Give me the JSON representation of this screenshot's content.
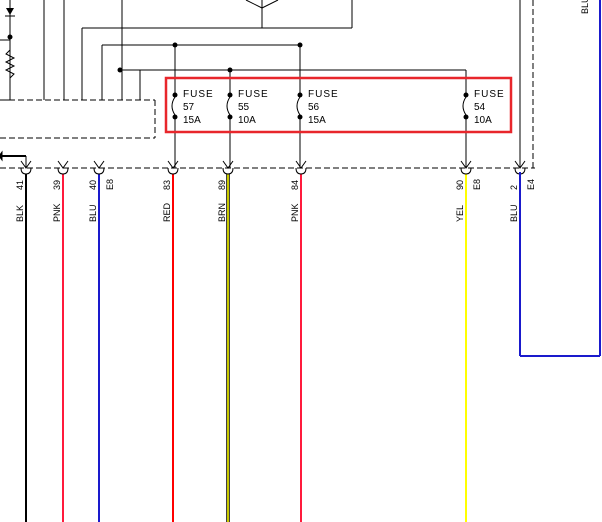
{
  "fuses": [
    {
      "name": "FUSE",
      "number": "57",
      "rating": "15A"
    },
    {
      "name": "FUSE",
      "number": "55",
      "rating": "10A"
    },
    {
      "name": "FUSE",
      "number": "56",
      "rating": "15A"
    },
    {
      "name": "FUSE",
      "number": "54",
      "rating": "10A"
    }
  ],
  "wires": [
    {
      "color_name": "BLK",
      "pin": "41",
      "connector": "",
      "stroke": "#000000"
    },
    {
      "color_name": "PNK",
      "pin": "39",
      "connector": "",
      "stroke": "#ff1a3c"
    },
    {
      "color_name": "BLU",
      "pin": "40",
      "connector": "E8",
      "stroke": "#1a1acc"
    },
    {
      "color_name": "RED",
      "pin": "83",
      "connector": "",
      "stroke": "#ff0000"
    },
    {
      "color_name": "BRN",
      "pin": "89",
      "connector": "",
      "stroke": "#c8c800"
    },
    {
      "color_name": "PNK",
      "pin": "84",
      "connector": "",
      "stroke": "#ff1a3c"
    },
    {
      "color_name": "YEL",
      "pin": "90",
      "connector": "E8",
      "stroke": "#ffff00"
    },
    {
      "color_name": "BLU",
      "pin": "2",
      "connector": "E4",
      "stroke": "#1a1acc"
    }
  ],
  "top_right_label": "BLU",
  "highlight_color": "#e8262b"
}
